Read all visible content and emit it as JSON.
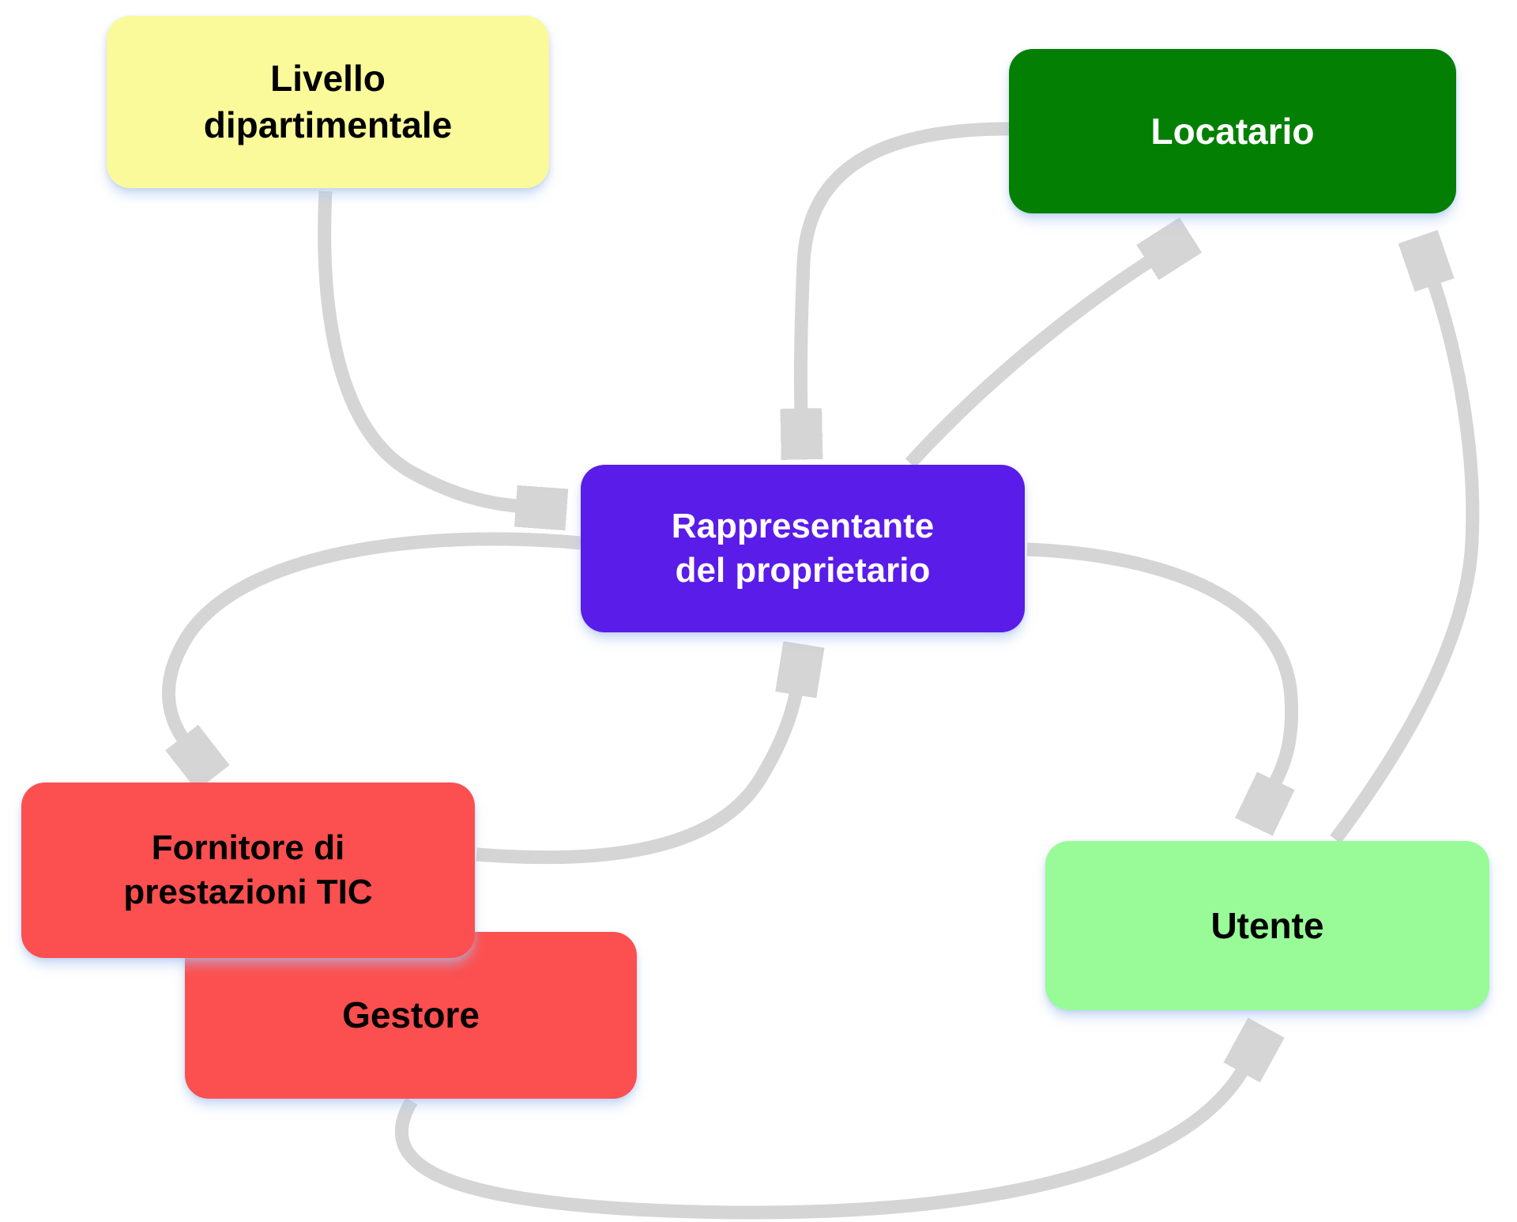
{
  "diagram": {
    "background_color": "#ffffff",
    "arrow_color": "#d5d5d5",
    "nodes": [
      {
        "id": "livello",
        "label": "Livello\ndipartimentale",
        "bg": "#fafa9b",
        "fg": "#000000"
      },
      {
        "id": "locatario",
        "label": "Locatario",
        "bg": "#038003",
        "fg": "#ffffff"
      },
      {
        "id": "rappresentante",
        "label": "Rappresentante\ndel proprietario",
        "bg": "#5a1ce8",
        "fg": "#ffffff"
      },
      {
        "id": "fornitore",
        "label": "Fornitore di\nprestazioni TIC",
        "bg": "#fc4f4f",
        "fg": "#000000"
      },
      {
        "id": "gestore",
        "label": "Gestore",
        "bg": "#fc4f4f",
        "fg": "#000000"
      },
      {
        "id": "utente",
        "label": "Utente",
        "bg": "#98fb98",
        "fg": "#000000"
      }
    ],
    "edges": [
      {
        "from": "livello",
        "to": "rappresentante"
      },
      {
        "from": "locatario",
        "to": "rappresentante"
      },
      {
        "from": "rappresentante",
        "to": "locatario"
      },
      {
        "from": "rappresentante",
        "to": "utente"
      },
      {
        "from": "utente",
        "to": "locatario"
      },
      {
        "from": "rappresentante",
        "to": "fornitore"
      },
      {
        "from": "fornitore",
        "to": "rappresentante"
      },
      {
        "from": "gestore",
        "to": "utente"
      }
    ]
  }
}
